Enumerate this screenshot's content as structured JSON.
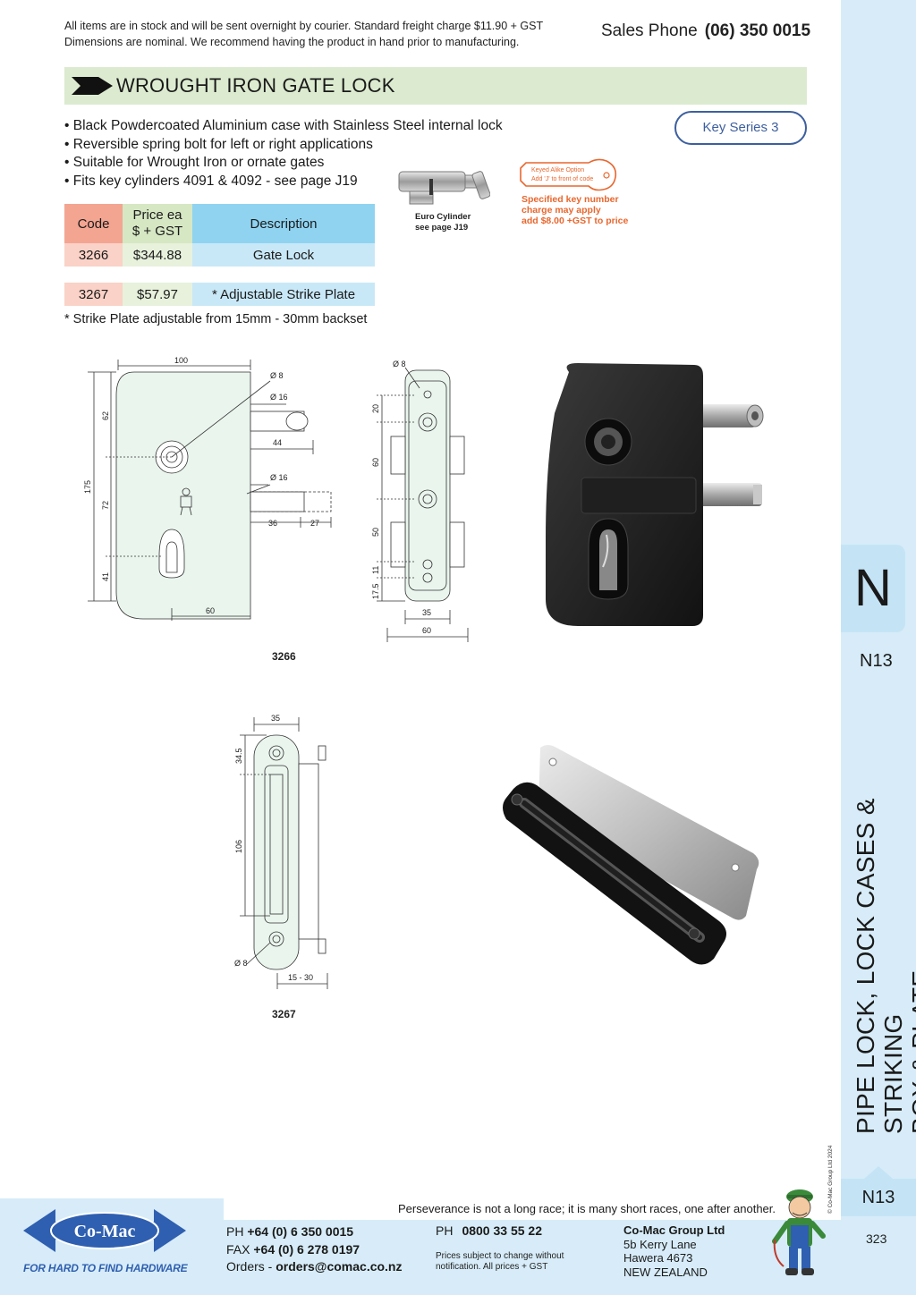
{
  "header": {
    "notice_line1": "All items are in stock and will be sent overnight by courier. Standard freight charge $11.90 + GST",
    "notice_line2": "Dimensions are nominal. We recommend having the product in hand prior to manufacturing.",
    "sales_label": "Sales Phone",
    "sales_number": "(06) 350 0015"
  },
  "title": "WROUGHT IRON GATE LOCK",
  "bullets": [
    "Black Powdercoated Aluminium case with Stainless Steel internal lock",
    "Reversible spring bolt for left or right applications",
    "Suitable for Wrought Iron or ornate gates",
    "Fits key cylinders 4091 & 4092 - see page J19"
  ],
  "key_series": "Key Series 3",
  "table": {
    "headers": {
      "code": "Code",
      "price_line1": "Price ea",
      "price_line2": "$ + GST",
      "description": "Description"
    },
    "rows": [
      {
        "code": "3266",
        "price": "$344.88",
        "description": "Gate Lock"
      },
      {
        "code": "3267",
        "price": "$57.97",
        "description": "* Adjustable Strike Plate"
      }
    ]
  },
  "strike_note": "* Strike Plate adjustable from 15mm - 30mm backset",
  "cylinder_caption": {
    "line1": "Euro Cylinder",
    "line2": "see page J19"
  },
  "keyed_alike": {
    "tag_line1": "Keyed Alike Option",
    "tag_line2": "Add 'J' to front of code",
    "note_line1": "Specified key number",
    "note_line2": "charge may apply",
    "note_line3": "add $8.00 +GST to price"
  },
  "drawing_3266": {
    "label": "3266",
    "dims": {
      "width_100": "100",
      "height_175": "175",
      "d62": "62",
      "d72": "72",
      "d41": "41",
      "d44": "44",
      "d36": "36",
      "d27": "27",
      "d60": "60",
      "dia8": "Ø 8",
      "dia16a": "Ø 16",
      "dia16b": "Ø 16"
    },
    "side_dims": {
      "dia8": "Ø 8",
      "d20": "20",
      "d60": "60",
      "d50": "50",
      "d11": "11",
      "d175": "17.5",
      "d35": "35",
      "d60w": "60"
    }
  },
  "drawing_3267": {
    "label": "3267",
    "dims": {
      "d35": "35",
      "d345": "34.5",
      "d106": "106",
      "dia8": "Ø 8",
      "d1530": "15 - 30"
    }
  },
  "side_tab": {
    "letter": "N",
    "page_code": "N13",
    "section_title_line1": "PIPE LOCK, LOCK CASES & STRIKING",
    "section_title_line2": "BOX & PLATE",
    "copyright": "© Co-Mac Group Ltd 2024",
    "page_code_bottom": "N13",
    "page_number": "323"
  },
  "footer": {
    "quote": "Perseverance is not a long race; it is many short races, one after another.",
    "logo_text": "Co-Mac",
    "tagline": "FOR HARD TO FIND HARDWARE",
    "ph_label": "PH",
    "ph_value": "+64 (0) 6 350 0015",
    "fax_label": "FAX",
    "fax_value": "+64 (0) 6 278 0197",
    "orders_label": "Orders -",
    "orders_value": "orders@comac.co.nz",
    "ph2_label": "PH",
    "ph2_value": "0800 33 55 22",
    "prices_line1": "Prices subject to change without",
    "prices_line2": "notification. All prices + GST",
    "company": "Co-Mac Group Ltd",
    "addr1": "5b Kerry Lane",
    "addr2": "Hawera 4673",
    "addr3": "NEW ZEALAND"
  },
  "colors": {
    "title_band": "#dcebd0",
    "side_panel": "#d7ecf8",
    "accent_blue": "#3d5f9e",
    "accent_orange": "#e8672e"
  }
}
